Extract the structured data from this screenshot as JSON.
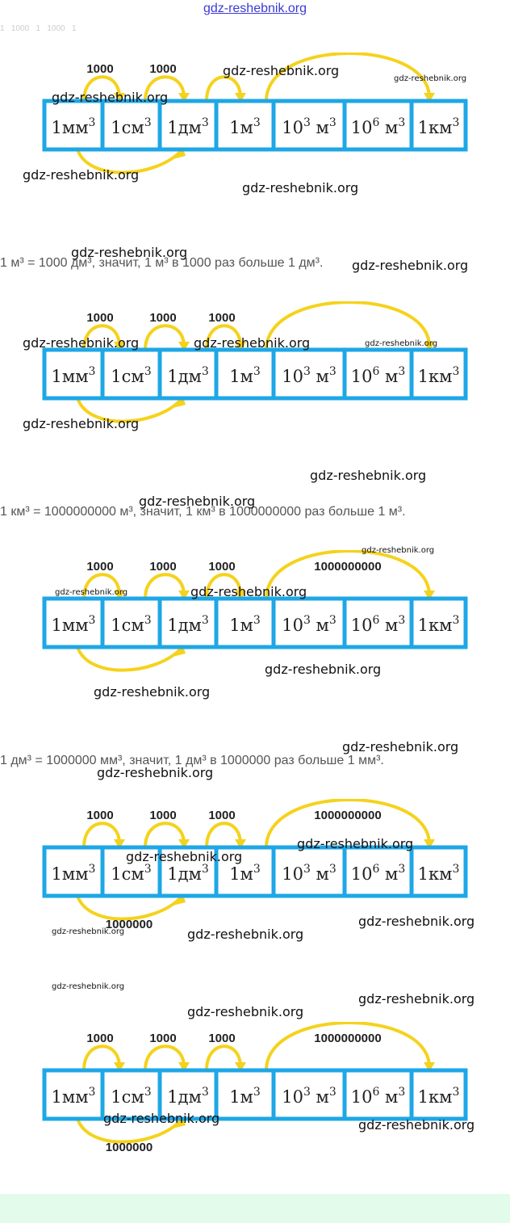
{
  "site_link": "gdz-reshebnik.org",
  "faded_line": "1   1000   1   1000   1",
  "cells": [
    {
      "base": "1мм",
      "sup": "3"
    },
    {
      "base": "1см",
      "sup": "3"
    },
    {
      "base": "1дм",
      "sup": "3"
    },
    {
      "base": "1м",
      "sup": "3"
    },
    {
      "base": "10",
      "sup": "3",
      "unit": " м",
      "unit_sup": "3"
    },
    {
      "base": "10",
      "sup": "6",
      "unit": " м",
      "unit_sup": "3"
    },
    {
      "base": "1км",
      "sup": "3"
    }
  ],
  "diagrams": [
    {
      "top_labels": [
        "1000",
        "1000",
        "",
        ""
      ],
      "bottom_label": ""
    },
    {
      "top_labels": [
        "1000",
        "1000",
        "1000",
        ""
      ],
      "bottom_label": ""
    },
    {
      "top_labels": [
        "1000",
        "1000",
        "1000",
        "1000000000"
      ],
      "bottom_label": ""
    },
    {
      "top_labels": [
        "1000",
        "1000",
        "1000",
        "1000000000"
      ],
      "bottom_label": "1000000"
    },
    {
      "top_labels": [
        "1000",
        "1000",
        "1000",
        "1000000000"
      ],
      "bottom_label": "1000000"
    }
  ],
  "sentences": [
    "1 м³ =  1000 дм³, значит, 1 м³ в 1000 раз больше 1 дм³.",
    "1 км³ =  1000000000 м³, значит, 1 км³ в 1000000000 раз больше 1 м³.",
    "1 дм³ = 1000000 мм³, значит, 1 дм³ в 1000000 раз больше 1 мм³."
  ],
  "watermark_text": "gdz-reshebnik.org",
  "colors": {
    "box": "#1ea7e6",
    "arrow": "#f5d21c",
    "footer": "#e2fbea"
  }
}
